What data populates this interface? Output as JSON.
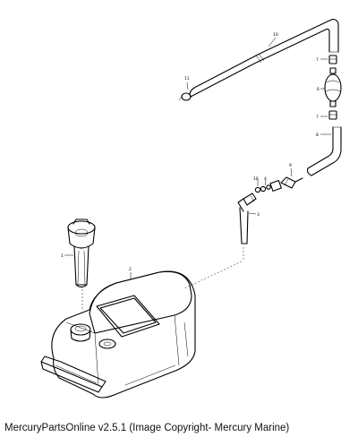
{
  "caption": "MercuryPartsOnline v2.5.1 (Image Copyright- Mercury Marine)",
  "callouts": {
    "upper_hose": "10",
    "clamp": "11",
    "check_valve_top": "7",
    "primer_bulb": "6",
    "check_valve_bottom": "7",
    "lower_hose": "8",
    "connector": "9",
    "fitting_left": "16",
    "fitting_right": "4",
    "elbow": "3",
    "fuel_gauge_pickup": "1",
    "tank": "2"
  }
}
